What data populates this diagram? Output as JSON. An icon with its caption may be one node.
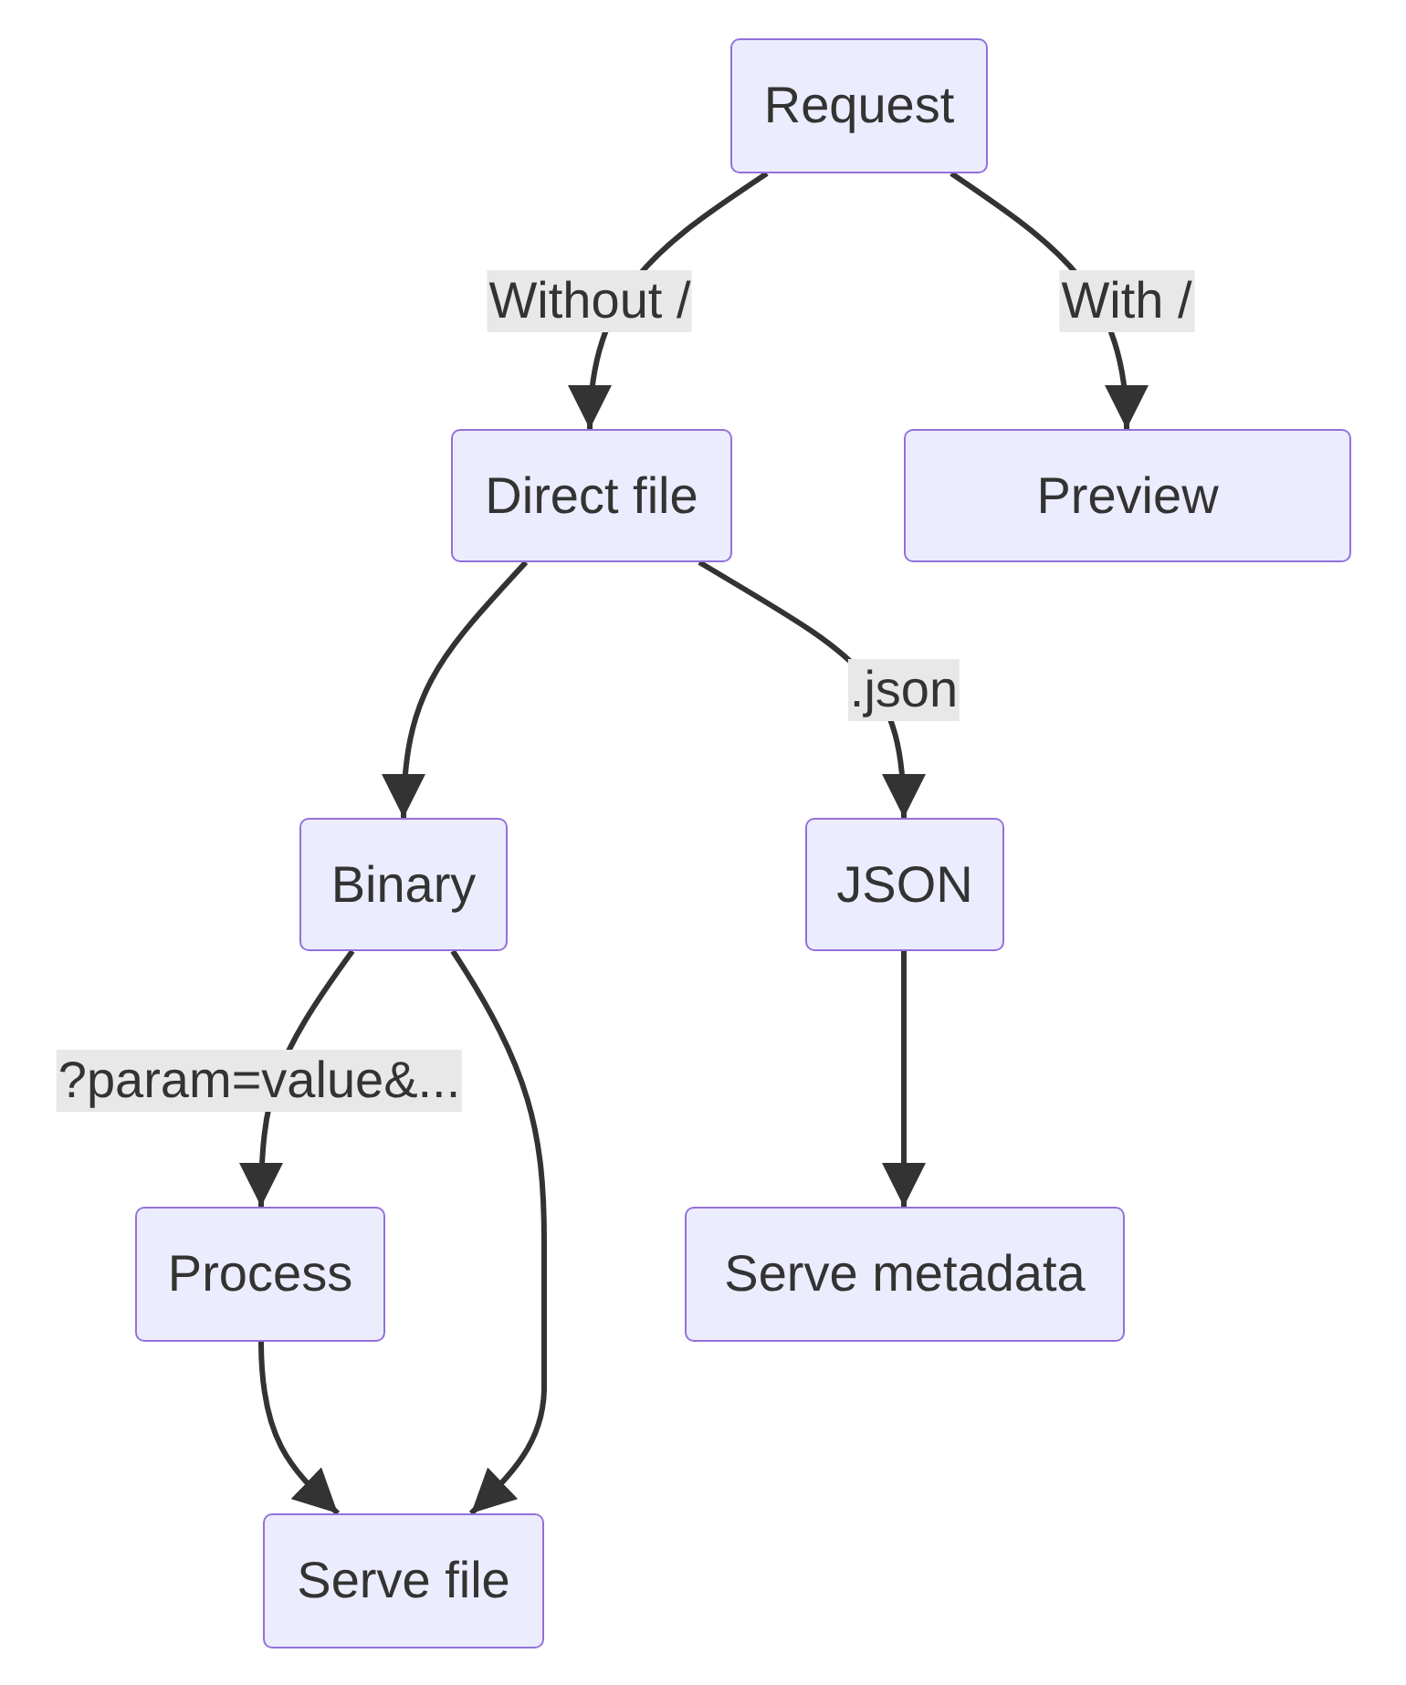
{
  "diagram": {
    "nodes": [
      {
        "text": [
          "Request"
        ]
      },
      {
        "text": [
          "Direct file"
        ]
      },
      {
        "text": [
          "Preview"
        ]
      },
      {
        "text": [
          "Binary"
        ]
      },
      {
        "text": [
          "JSON"
        ]
      },
      {
        "text": [
          "Process"
        ]
      },
      {
        "text": [
          "Serve metadata"
        ]
      },
      {
        "text": [
          "Serve file"
        ]
      }
    ],
    "edges": [
      {
        "from": 0,
        "to": 1,
        "arrow": "to",
        "label": "Without /"
      },
      {
        "from": 0,
        "to": 2,
        "arrow": "to",
        "label": "With /"
      },
      {
        "from": 1,
        "to": 3,
        "arrow": "to"
      },
      {
        "from": 1,
        "to": 4,
        "arrow": "to",
        "label": ".json"
      },
      {
        "from": 3,
        "to": 5,
        "arrow": "to",
        "label": "?param=value&..."
      },
      {
        "from": 3,
        "to": 7,
        "arrow": "to"
      },
      {
        "from": 4,
        "to": 6,
        "arrow": "to"
      },
      {
        "from": 5,
        "to": 7,
        "arrow": "to"
      }
    ]
  }
}
